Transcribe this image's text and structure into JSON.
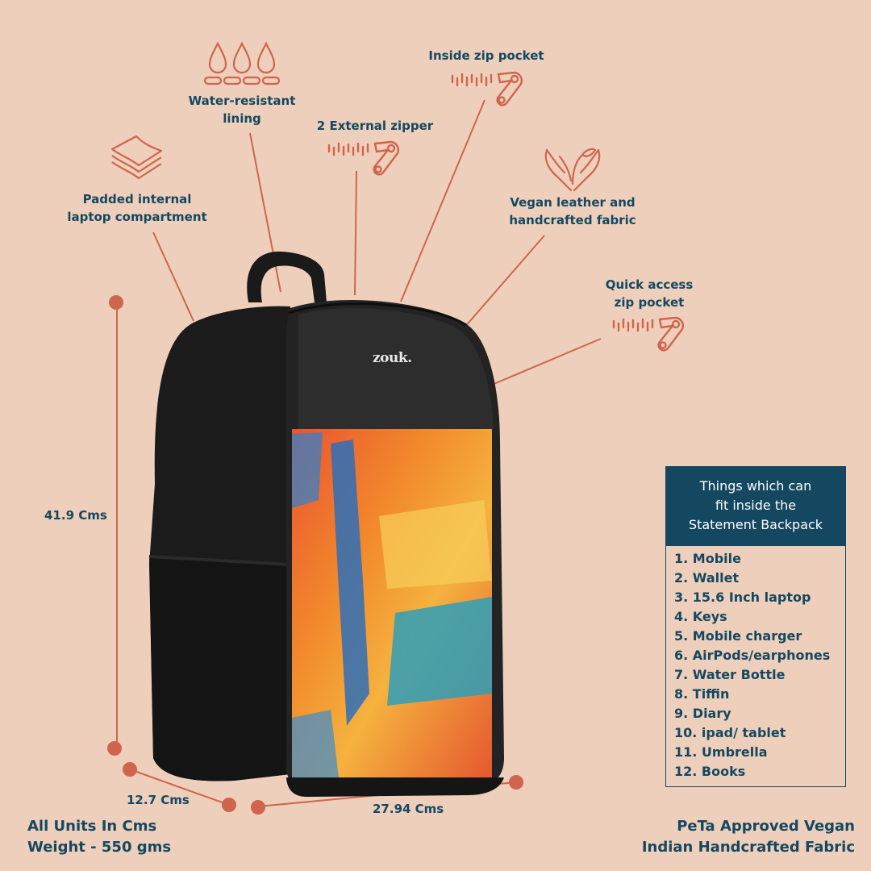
{
  "colors": {
    "background": "#edcfbb",
    "text": "#154860",
    "accent": "#d0654d",
    "panel_header": "#144860"
  },
  "features": [
    {
      "id": "water",
      "label_line1": "Water-resistant",
      "label_line2": "lining",
      "icon": "water-drops-icon"
    },
    {
      "id": "padded",
      "label_line1": "Padded internal",
      "label_line2": "laptop compartment",
      "icon": "layers-icon"
    },
    {
      "id": "external",
      "label_line1": "2 External zipper",
      "icon": "zipper-icon"
    },
    {
      "id": "inside",
      "label_line1": "Inside zip pocket",
      "icon": "zipper-icon"
    },
    {
      "id": "vegan",
      "label_line1": "Vegan leather and",
      "label_line2": "handcrafted fabric",
      "icon": "hands-plant-icon"
    },
    {
      "id": "quick",
      "label_line1": "Quick access",
      "label_line2": "zip pocket",
      "icon": "zipper-icon"
    }
  ],
  "product": {
    "brand_logo": "zouk."
  },
  "dimensions": {
    "height": "41.9 Cms",
    "depth": "12.7 Cms",
    "width": "27.94 Cms"
  },
  "fits_panel": {
    "title_line1": "Things which can",
    "title_line2": "fit inside the",
    "title_line3": "Statement Backpack",
    "items": [
      "1. Mobile",
      "2. Wallet",
      "3. 15.6 Inch laptop",
      "4. Keys",
      "5. Mobile charger",
      "6. AirPods/earphones",
      "7. Water Bottle",
      "8. Tiffin",
      "9. Diary",
      "10. ipad/ tablet",
      "11. Umbrella",
      "12. Books"
    ]
  },
  "footer": {
    "left_line1": "All Units In Cms",
    "left_line2": "Weight - 550 gms",
    "right_line1": "PeTa Approved Vegan",
    "right_line2": "Indian Handcrafted Fabric"
  }
}
